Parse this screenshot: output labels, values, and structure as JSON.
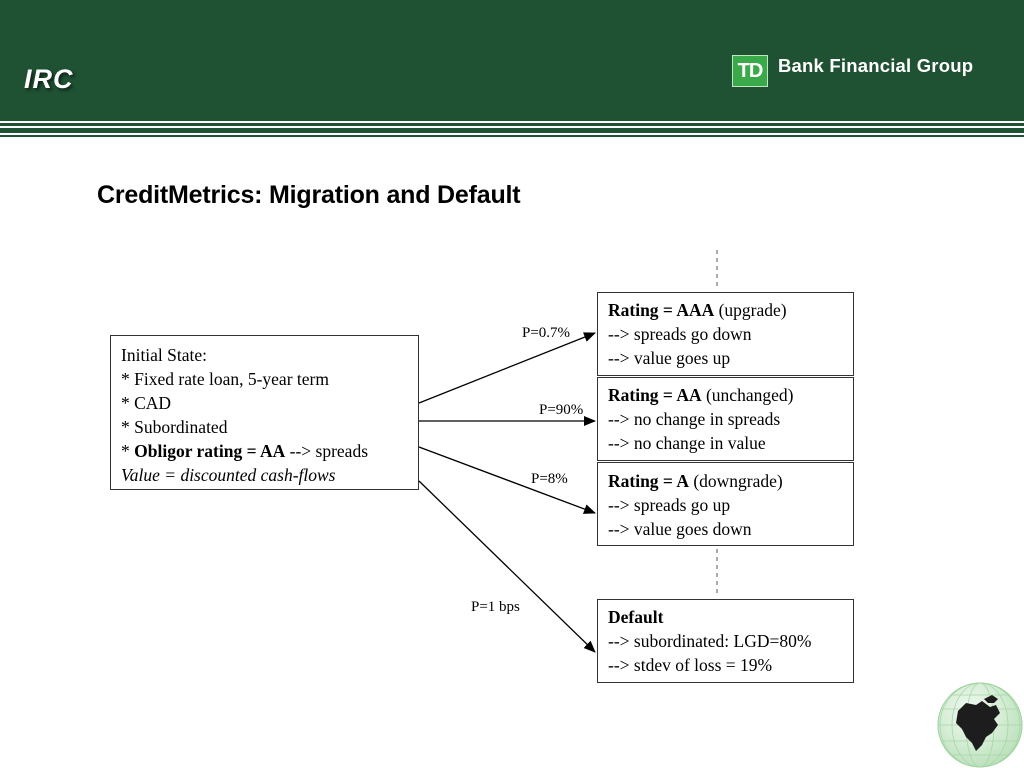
{
  "header": {
    "title": "IRC",
    "logo_text": "TD",
    "brand": "Bank Financial Group"
  },
  "slide": {
    "title": "CreditMetrics: Migration and Default"
  },
  "initial_state": {
    "heading": "Initial State:",
    "loan": "* Fixed rate loan, 5-year term",
    "currency": "* CAD",
    "seniority": "* Subordinated",
    "obligor_prefix": "* ",
    "obligor_bold": "Obligor rating = AA",
    "obligor_suffix": " --> spreads",
    "value": "Value = discounted cash-flows"
  },
  "outcomes": {
    "aaa": {
      "rating": "Rating = AAA",
      "note": " (upgrade)",
      "line1": "--> spreads go down",
      "line2": "--> value goes up",
      "probability": "P=0.7%"
    },
    "aa": {
      "rating": "Rating = AA",
      "note": " (unchanged)",
      "line1": "--> no change in spreads",
      "line2": "--> no change in value",
      "probability": "P=90%"
    },
    "a": {
      "rating": "Rating = A",
      "note": " (downgrade)",
      "line1": "--> spreads go up",
      "line2": "--> value goes down",
      "probability": "P=8%"
    },
    "default": {
      "rating": "Default",
      "line1": "--> subordinated: LGD=80%",
      "line2": "--> stdev of loss = 19%",
      "probability": "P=1 bps"
    }
  },
  "colors": {
    "header_green": "#1f5133",
    "logo_green": "#3aa94a"
  },
  "icons": {
    "globe": "globe-icon",
    "logo": "td-logo-icon"
  }
}
